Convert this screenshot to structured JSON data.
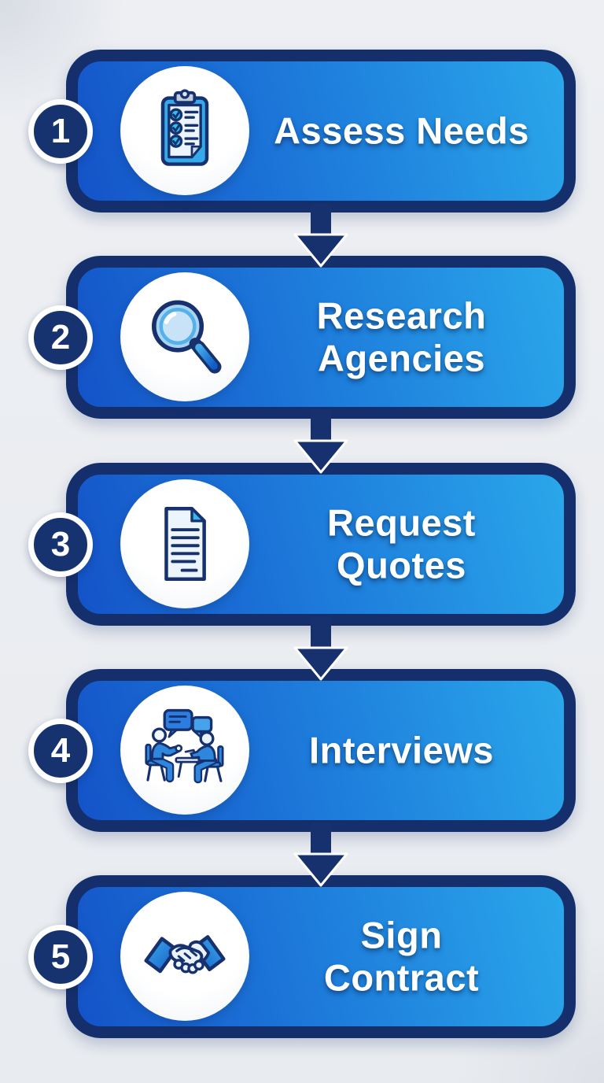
{
  "infographic": {
    "type": "process-flow",
    "direction": "vertical",
    "step_count": 5
  },
  "steps": [
    {
      "number": "1",
      "label": "Assess Needs",
      "icon": "checklist-clipboard-icon"
    },
    {
      "number": "2",
      "label": "Research\nAgencies",
      "icon": "magnifying-glass-icon"
    },
    {
      "number": "3",
      "label": "Request\nQuotes",
      "icon": "document-icon"
    },
    {
      "number": "4",
      "label": "Interviews",
      "icon": "interview-discussion-icon"
    },
    {
      "number": "5",
      "label": "Sign\nContract",
      "icon": "handshake-icon"
    }
  ],
  "colors": {
    "background": "#e9ecf0",
    "card_border": "#142f6b",
    "card_gradient_start": "#1453c8",
    "card_gradient_end": "#2aa7ea",
    "badge_fill": "#16336f",
    "badge_ring": "#ffffff",
    "icon_circle_fill": "#ffffff",
    "label_text": "#ffffff",
    "arrow": "#16316e",
    "icon_accent_cyan": "#2fc0ec",
    "icon_outline_navy": "#16316e"
  }
}
